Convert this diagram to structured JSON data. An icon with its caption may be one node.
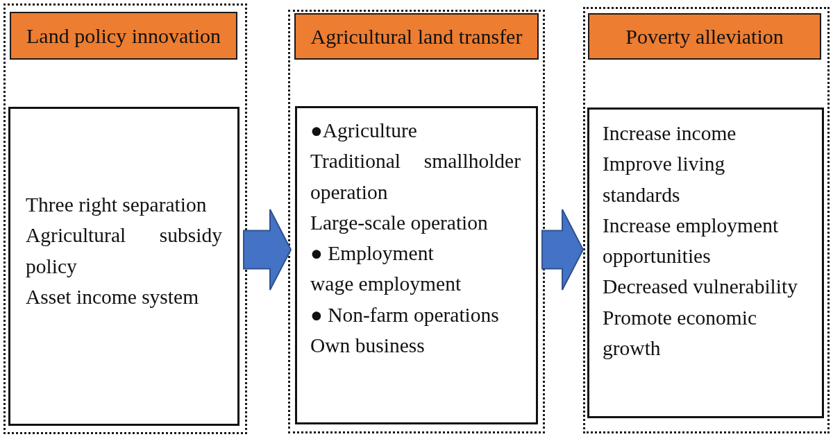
{
  "diagram": {
    "nodes": [
      {
        "text": [],
        "shape": "box"
      },
      {
        "text": [
          "Land policy innovation"
        ],
        "in": 0
      },
      {
        "text": [
          "Three right separation",
          "Agricultural subsidy policy",
          "Asset income system"
        ],
        "in": 0
      },
      {
        "text": [],
        "shape": "box"
      },
      {
        "text": [
          "Agricultural land transfer"
        ],
        "in": 3
      },
      {
        "text": [
          "●Agriculture",
          "Traditional smallholder operation",
          "Large-scale operation",
          "● Employment",
          "wage employment",
          "● Non-farm operations",
          "Own business"
        ],
        "in": 3
      },
      {
        "text": [],
        "shape": "box"
      },
      {
        "text": [
          "Poverty alleviation"
        ],
        "in": 6
      },
      {
        "text": [
          "Increase income",
          "Improve living standards",
          "Increase employment opportunities",
          "Decreased vulnerability",
          "Promote economic growth"
        ],
        "in": 6
      }
    ],
    "edges": [
      {
        "from": 2,
        "to": 5,
        "arrow": "to"
      },
      {
        "from": 5,
        "to": 8,
        "arrow": "to"
      }
    ]
  }
}
